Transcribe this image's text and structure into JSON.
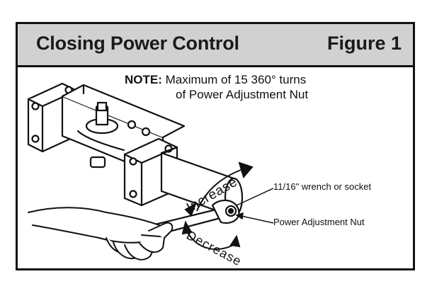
{
  "figure": {
    "title": "Closing Power Control",
    "label": "Figure 1"
  },
  "note": {
    "prefix": "NOTE:",
    "line1": "Maximum of 15  360° turns",
    "line2": "of Power Adjustment Nut"
  },
  "callouts": {
    "wrench": "11/16\" wrench or socket",
    "nut": "Power Adjustment Nut"
  },
  "arrows": {
    "increase": "Increase",
    "decrease": "Decrease"
  }
}
